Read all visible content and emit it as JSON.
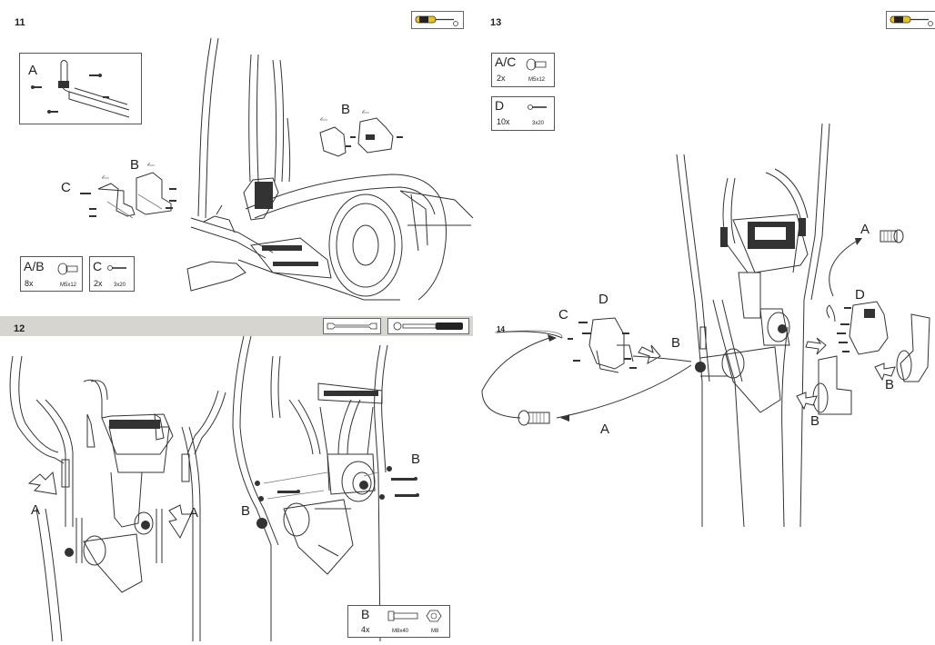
{
  "step11": {
    "number": "11",
    "callouts": {
      "a": "A",
      "b_main": "B",
      "b_exploded": "B",
      "c": "C"
    },
    "parts": [
      {
        "label": "A/B",
        "qty": "8x",
        "size": "M5x12"
      },
      {
        "label": "C",
        "qty": "2x",
        "size": "3x20"
      }
    ],
    "tool_icons": [
      "screwdriver-icon"
    ]
  },
  "step12": {
    "number": "12",
    "callouts": {
      "a_left": "A",
      "a_right": "A",
      "b_left": "B",
      "b_right": "B"
    },
    "parts": [
      {
        "label": "B",
        "qty": "4x",
        "size": "M8x40",
        "size2": "M8"
      }
    ],
    "tool_icons": [
      "wrench-icon",
      "allen-key-icon"
    ]
  },
  "step13": {
    "number": "13",
    "callouts": {
      "a_top": "A",
      "a_bottom": "A",
      "b_center": "B",
      "b_right": "B",
      "b_bottom": "B",
      "c": "C",
      "d_left": "D",
      "d_right": "D",
      "ref": "14"
    },
    "parts": [
      {
        "label": "A/C",
        "qty": "2x",
        "size": "M5x12"
      },
      {
        "label": "D",
        "qty": "10x",
        "size": "3x20"
      }
    ],
    "tool_icons": [
      "screwdriver-icon"
    ]
  },
  "colors": {
    "band": "#d6d5cf",
    "screwdriver_handle": "#e6c21a",
    "line": "#333333"
  }
}
